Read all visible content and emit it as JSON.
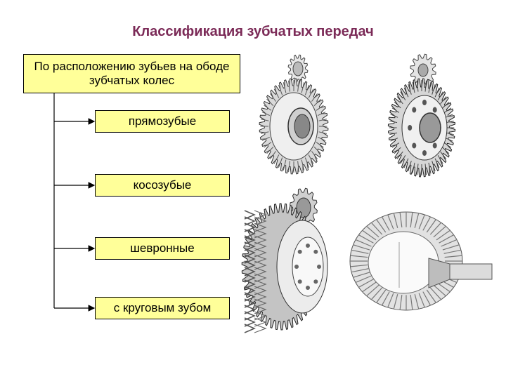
{
  "title": "Классификация зубчатых передач",
  "root": {
    "label": "По расположению зубьев на ободе зубчатых колес"
  },
  "items": [
    {
      "label": "прямозубые"
    },
    {
      "label": "косозубые"
    },
    {
      "label": "шевронные"
    },
    {
      "label": "с круговым зубом"
    }
  ],
  "colors": {
    "title": "#7b2a57",
    "box_fill": "#ffff99",
    "line": "#000000"
  },
  "images": [
    {
      "name": "spur-gear-image"
    },
    {
      "name": "spur-gear-ring-image"
    },
    {
      "name": "herringbone-gear-image"
    },
    {
      "name": "bevel-circular-gear-image"
    }
  ]
}
